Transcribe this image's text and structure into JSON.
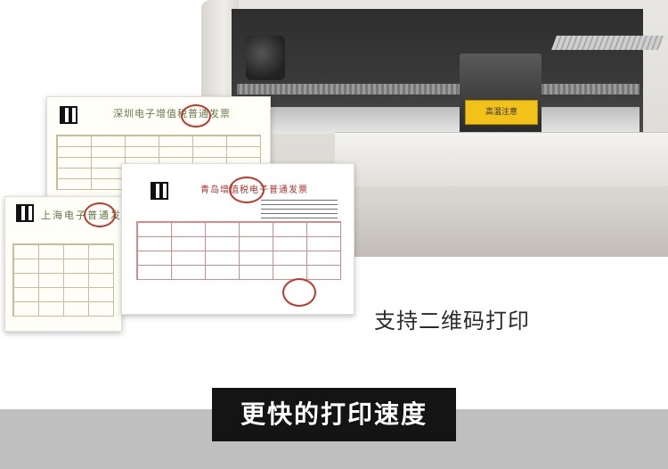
{
  "caption": "支持二维码打印",
  "banner": "更快的打印速度",
  "documents": {
    "shenzhen_title": "深圳电子增值税普通发票",
    "shanghai_title": "上海电子普通发票",
    "qingdao_title": "青岛增值税电子普通发票"
  },
  "printer": {
    "head_label": "高温注意"
  },
  "colors": {
    "banner_bg": "#141414",
    "band_bg": "#bfbfbf",
    "stamp_red": "#c0392b"
  }
}
